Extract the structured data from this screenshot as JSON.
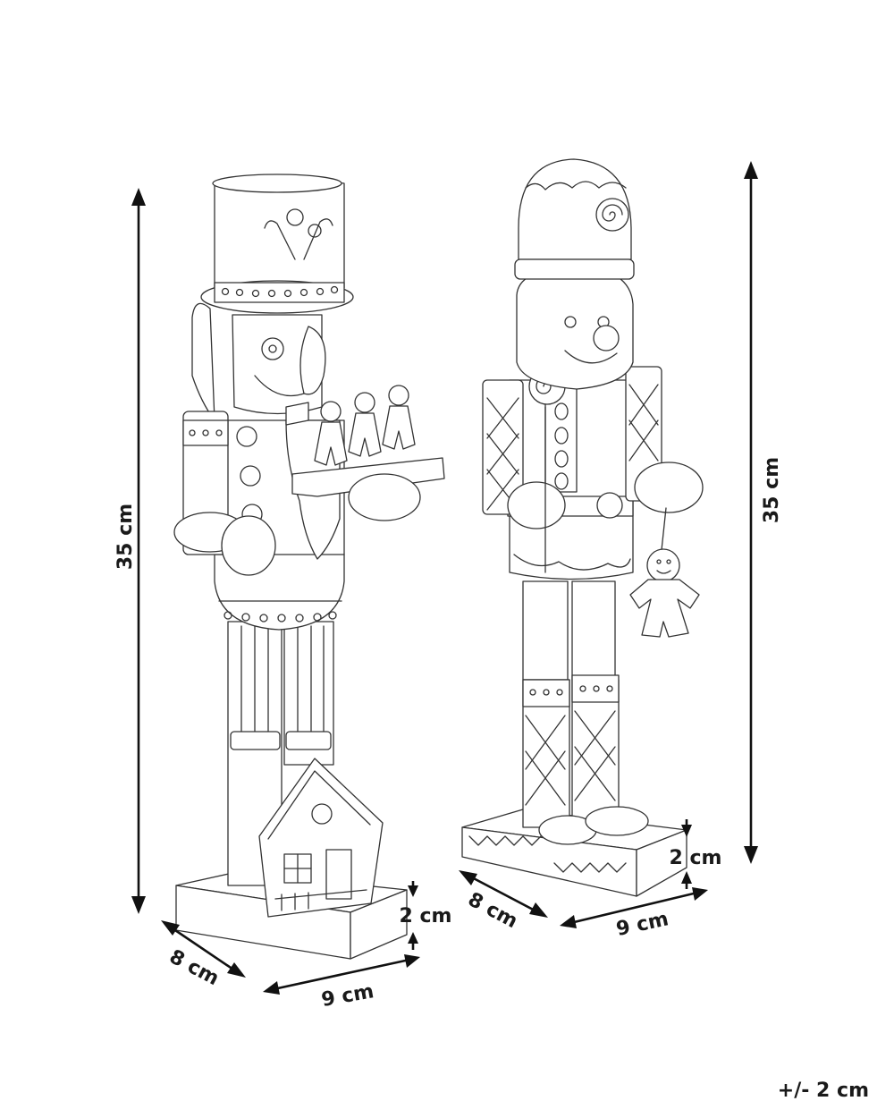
{
  "left_figure": {
    "height_label": "35 cm",
    "base_height_label": "2 cm",
    "depth_label": "8 cm",
    "width_label": "9 cm"
  },
  "right_figure": {
    "height_label": "35 cm",
    "base_height_label": "2 cm",
    "depth_label": "8 cm",
    "width_label": "9 cm"
  },
  "tolerance": "+/- 2 cm"
}
